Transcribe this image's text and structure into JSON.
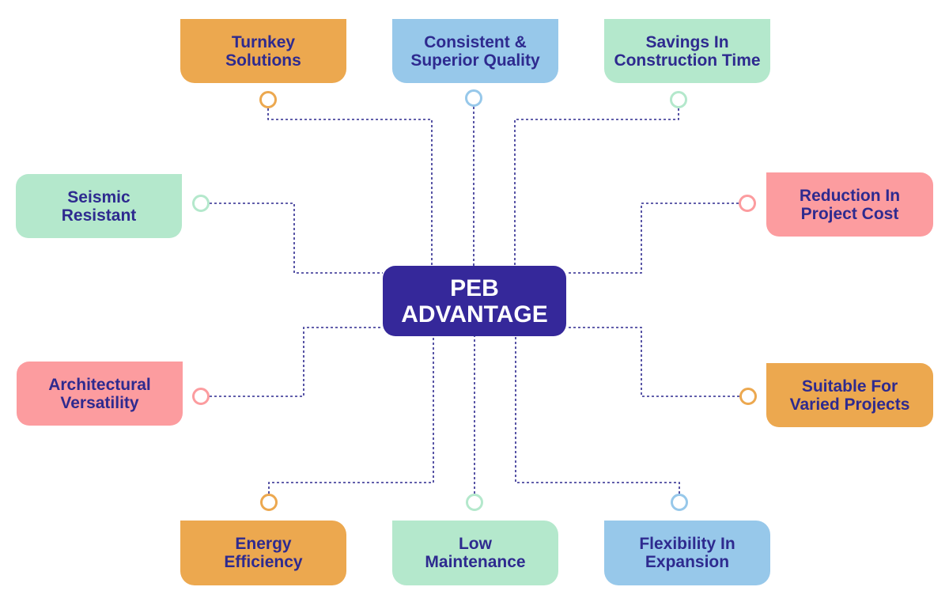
{
  "colors": {
    "orange": "#eca84f",
    "blue": "#97c8ea",
    "green": "#b4e8cc",
    "pink": "#fc9c9f",
    "center": "#35289a",
    "text": "#2e2a8f",
    "connector": "#2e2a8f"
  },
  "diagram": {
    "center_label": "PEB\nADVANTAGE",
    "items": [
      {
        "label": "Turnkey\nSolutions",
        "color": "orange"
      },
      {
        "label": "Consistent &\nSuperior Quality",
        "color": "blue"
      },
      {
        "label": "Savings In\nConstruction Time",
        "color": "green"
      },
      {
        "label": "Seismic\nResistant",
        "color": "green"
      },
      {
        "label": "Reduction In\nProject Cost",
        "color": "pink"
      },
      {
        "label": "Architectural\nVersatility",
        "color": "pink"
      },
      {
        "label": "Suitable For\nVaried Projects",
        "color": "orange"
      },
      {
        "label": "Energy\nEfficiency",
        "color": "orange"
      },
      {
        "label": "Low\nMaintenance",
        "color": "green"
      },
      {
        "label": "Flexibility In\nExpansion",
        "color": "blue"
      }
    ]
  }
}
